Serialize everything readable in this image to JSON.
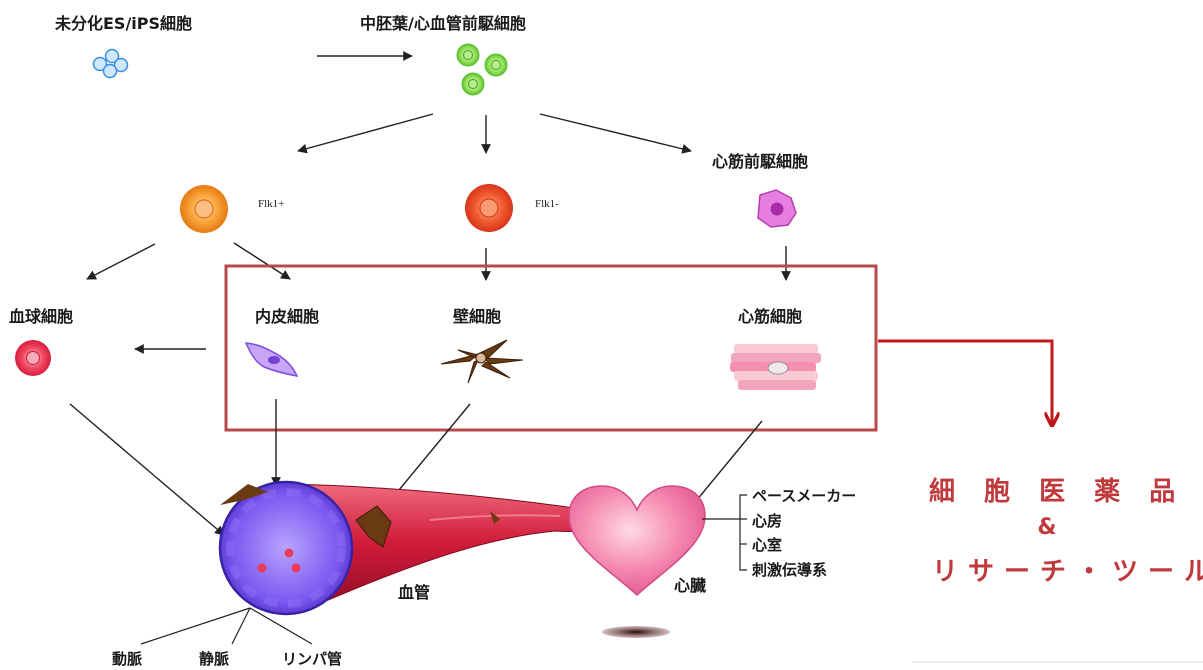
{
  "labels": {
    "undiff": "未分化ES/iPS細胞",
    "mesoderm": "中胚葉/心血管前駆細胞",
    "cardiac_progenitor": "心筋前駆細胞",
    "flk1_pos": "Flk1+",
    "flk1_neg": "Flk1-",
    "blood_cell": "血球細胞",
    "endothelial": "内皮細胞",
    "mural": "壁細胞",
    "cardiomyocyte": "心筋細胞",
    "vessel": "血管",
    "heart": "心臓",
    "artery": "動脈",
    "vein": "静脈",
    "lymph": "リンパ管"
  },
  "heart_parts": [
    "ペースメーカー",
    "心房",
    "心室",
    "刺激伝導系"
  ],
  "product": {
    "line1": "細 胞 医 薬 品",
    "amp": "&",
    "line2": "リサーチ・ツール"
  },
  "colors": {
    "box": "#b8484a",
    "arrow_red": "#c0171b",
    "title_pink": "#c0393d"
  }
}
